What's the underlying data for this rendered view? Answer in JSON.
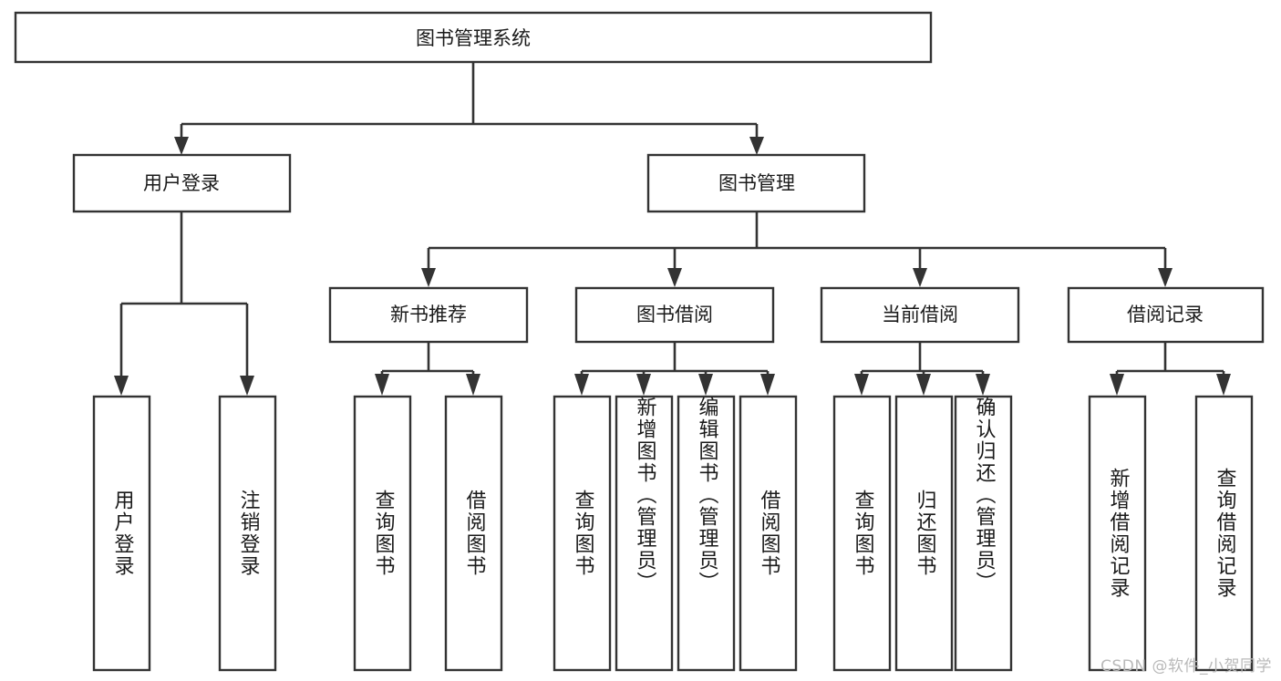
{
  "diagram": {
    "type": "tree-hierarchy",
    "title": "图书管理系统",
    "root": {
      "id": "root",
      "label": "图书管理系统",
      "orientation": "horizontal"
    },
    "level2": [
      {
        "id": "user-login",
        "label": "用户登录",
        "orientation": "horizontal"
      },
      {
        "id": "book-manage",
        "label": "图书管理",
        "orientation": "horizontal"
      }
    ],
    "level3": [
      {
        "id": "new-book-recommend",
        "label": "新书推荐",
        "orientation": "horizontal",
        "parent": "book-manage"
      },
      {
        "id": "book-borrow",
        "label": "图书借阅",
        "orientation": "horizontal",
        "parent": "book-manage"
      },
      {
        "id": "current-borrow",
        "label": "当前借阅",
        "orientation": "horizontal",
        "parent": "book-manage"
      },
      {
        "id": "borrow-record",
        "label": "借阅记录",
        "orientation": "horizontal",
        "parent": "book-manage"
      }
    ],
    "leaves": [
      {
        "id": "leaf-user-login",
        "label": "用户登录",
        "orientation": "vertical",
        "parent": "user-login"
      },
      {
        "id": "leaf-user-logout",
        "label": "注销登录",
        "orientation": "vertical",
        "parent": "user-login"
      },
      {
        "id": "leaf-query-book-1",
        "label": "查询图书",
        "orientation": "vertical",
        "parent": "new-book-recommend"
      },
      {
        "id": "leaf-borrow-book-1",
        "label": "借阅图书",
        "orientation": "vertical",
        "parent": "new-book-recommend"
      },
      {
        "id": "leaf-query-book-2",
        "label": "查询图书",
        "orientation": "vertical",
        "parent": "book-borrow"
      },
      {
        "id": "leaf-add-book",
        "label": "新增图书（管理员）",
        "orientation": "vertical",
        "parent": "book-borrow"
      },
      {
        "id": "leaf-edit-book",
        "label": "编辑图书（管理员）",
        "orientation": "vertical",
        "parent": "book-borrow"
      },
      {
        "id": "leaf-borrow-book-2",
        "label": "借阅图书",
        "orientation": "vertical",
        "parent": "book-borrow"
      },
      {
        "id": "leaf-query-book-3",
        "label": "查询图书",
        "orientation": "vertical",
        "parent": "current-borrow"
      },
      {
        "id": "leaf-return-book",
        "label": "归还图书",
        "orientation": "vertical",
        "parent": "current-borrow"
      },
      {
        "id": "leaf-confirm-return",
        "label": "确认归还（管理员）",
        "orientation": "vertical",
        "parent": "current-borrow"
      },
      {
        "id": "leaf-add-record",
        "label": "新增借阅记录",
        "orientation": "vertical",
        "parent": "borrow-record"
      },
      {
        "id": "leaf-query-record",
        "label": "查询借阅记录",
        "orientation": "vertical",
        "parent": "borrow-record"
      }
    ],
    "colors": {
      "box_stroke": "#333333",
      "box_fill": "#ffffff",
      "text": "#1a1a1a",
      "background": "#ffffff",
      "watermark": "#b9b9b9"
    }
  },
  "watermark": {
    "text": "CSDN @软件_小贺同学"
  }
}
